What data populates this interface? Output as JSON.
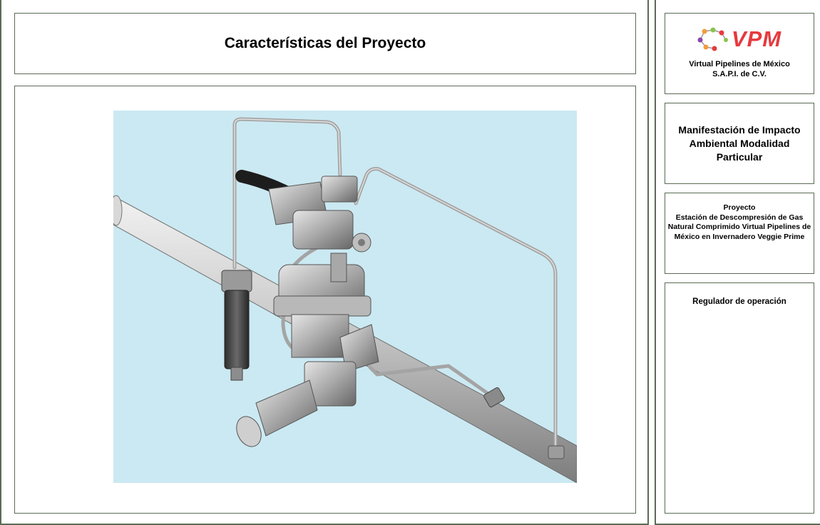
{
  "header": {
    "title": "Características del Proyecto"
  },
  "sidebar": {
    "logo_text": "VPM",
    "company_line1": "Virtual Pipelines de México",
    "company_line2": "S.A.P.I. de C.V.",
    "document_title": "Manifestación de Impacto Ambiental Modalidad Particular",
    "project_label": "Proyecto",
    "project_name": "Estación de Descompresión de Gas Natural Comprimido Virtual Pipelines de México en Invernadero Veggie Prime",
    "section_caption": "Regulador de operación"
  },
  "colors": {
    "frame": "#5b6b55",
    "logo_red": "#e63a3e",
    "diagram_background": "#cbe9f2"
  },
  "icons": {
    "logo": "molecule-network-icon"
  }
}
